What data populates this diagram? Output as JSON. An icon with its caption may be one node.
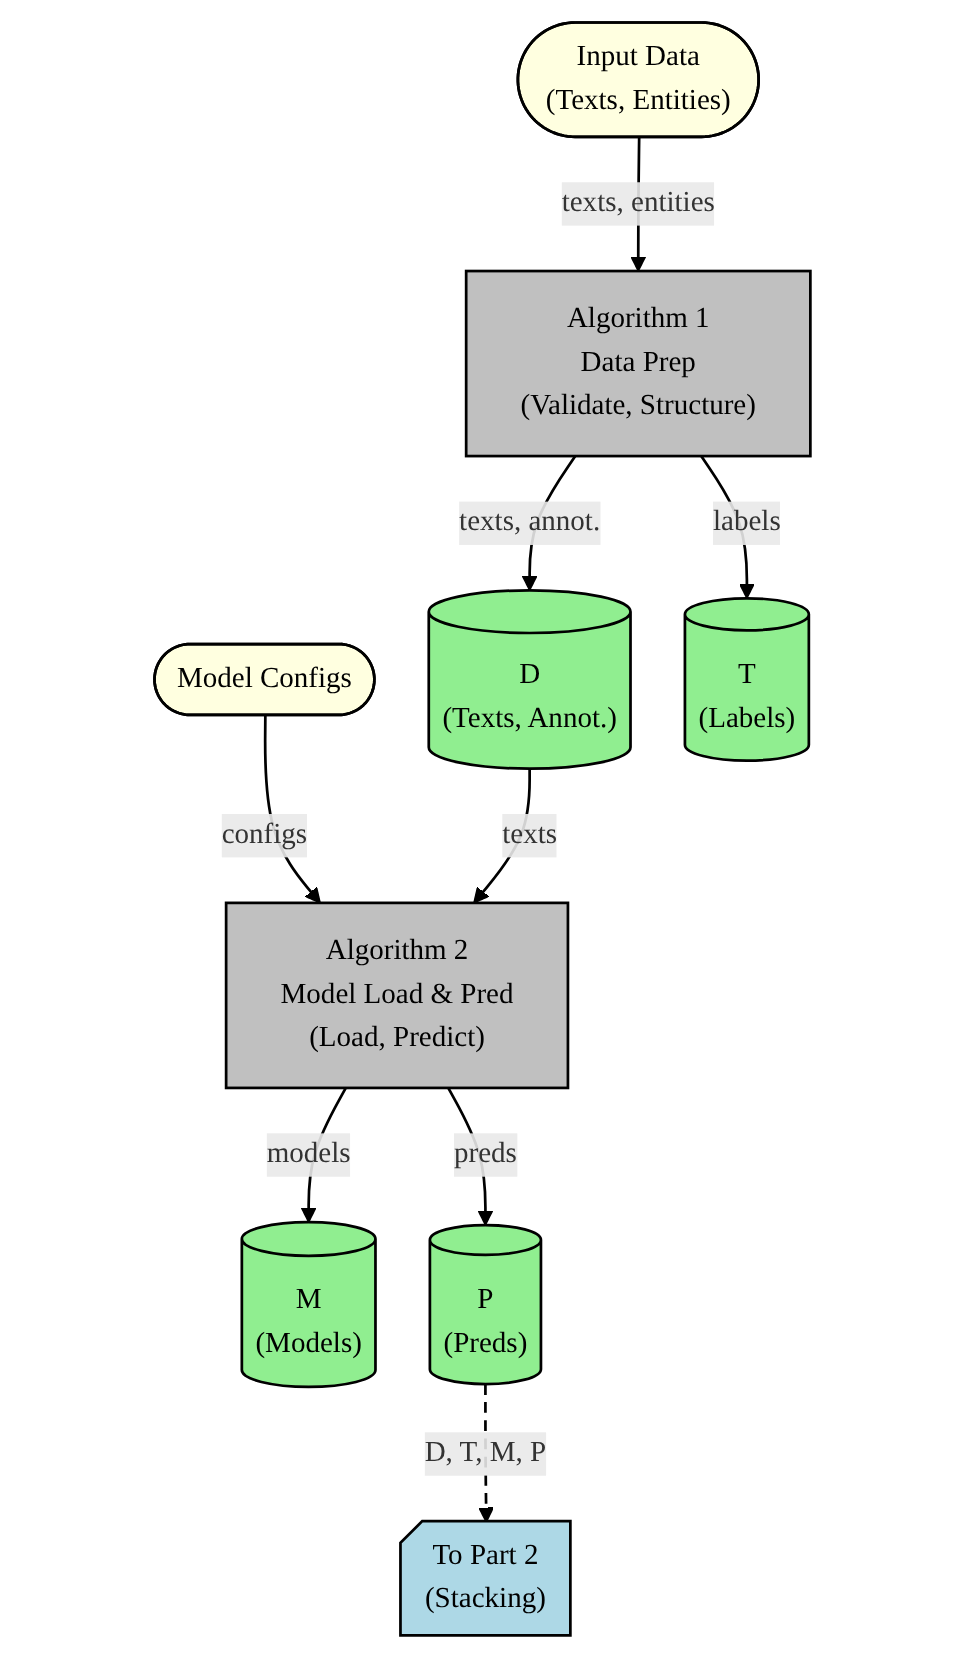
{
  "diagram": {
    "nodes": [
      {
        "text": [
          "Model Configs"
        ]
      },
      {
        "text": [
          "Input Data",
          "(Texts, Entities)"
        ]
      },
      {
        "text": [
          "Algorithm 1",
          "Data Prep",
          "(Validate, Structure)"
        ]
      },
      {
        "text": [
          "D",
          "(Texts, Annot.)"
        ]
      },
      {
        "text": [
          "T",
          "(Labels)"
        ]
      },
      {
        "text": [
          "Algorithm 2",
          "Model Load & Pred",
          "(Load, Predict)"
        ]
      },
      {
        "text": [
          "M",
          "(Models)"
        ]
      },
      {
        "text": [
          "P",
          "(Preds)"
        ]
      },
      {
        "text": [
          "To Part 2",
          "(Stacking)"
        ]
      }
    ],
    "edges": [
      {
        "from": 1,
        "to": 2,
        "arrow": "to",
        "label": "texts, entities"
      },
      {
        "from": 2,
        "to": 3,
        "arrow": "to",
        "label": "texts, annot."
      },
      {
        "from": 2,
        "to": 4,
        "arrow": "to",
        "label": "labels"
      },
      {
        "from": 0,
        "to": 5,
        "arrow": "to",
        "label": "configs"
      },
      {
        "from": 3,
        "to": 5,
        "arrow": "to",
        "label": "texts"
      },
      {
        "from": 5,
        "to": 6,
        "arrow": "to",
        "label": "models"
      },
      {
        "from": 5,
        "to": 7,
        "arrow": "to",
        "label": "preds"
      },
      {
        "from": 7,
        "to": 8,
        "arrow": "to",
        "label": "D, T, M, P",
        "style": "dashed"
      }
    ]
  }
}
